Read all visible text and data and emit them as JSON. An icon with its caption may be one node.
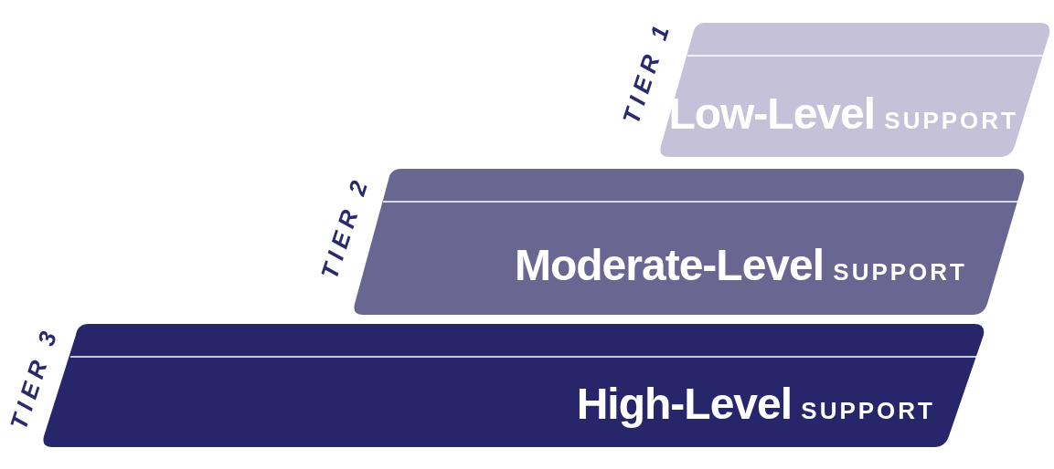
{
  "diagram": {
    "nodes": [
      {
        "text": [
          "TIER 1",
          "**Low-Level** SUPPORT"
        ]
      },
      {
        "text": [
          "TIER 2",
          "**Moderate-Level** SUPPORT"
        ]
      },
      {
        "text": [
          "TIER 3",
          "**High-Level** SUPPORT"
        ]
      }
    ],
    "edges": []
  }
}
